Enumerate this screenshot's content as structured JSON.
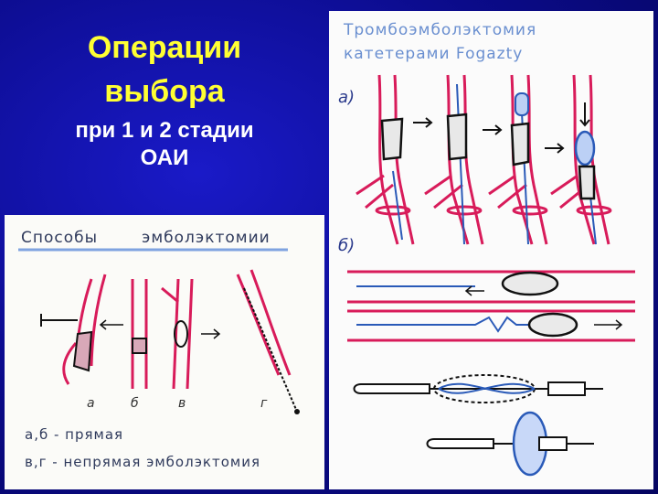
{
  "slide": {
    "title_line1": "Операции",
    "title_line2": "выбора",
    "subtitle_line1": "при 1 и 2 стадии",
    "subtitle_line2": "ОАИ"
  },
  "right_figure": {
    "heading_line1": "Тромбоэмболэктомия",
    "heading_line2": "катетерами Fogazty",
    "label_a": "а)",
    "label_b": "б)"
  },
  "left_figure": {
    "heading_word1": "Способы",
    "heading_word2": "эмболэктомии",
    "sublabels": [
      "а",
      "б",
      "в",
      "г"
    ],
    "legend_line1": "а,б - прямая",
    "legend_line2": "в,г - непрямая эмболэктомия"
  },
  "colors": {
    "background": "#0b0b8a",
    "title": "#ffff33",
    "vessel": "#d81b5a",
    "catheter": "#2a5ab8",
    "thrombus": "#1c1c1c"
  }
}
